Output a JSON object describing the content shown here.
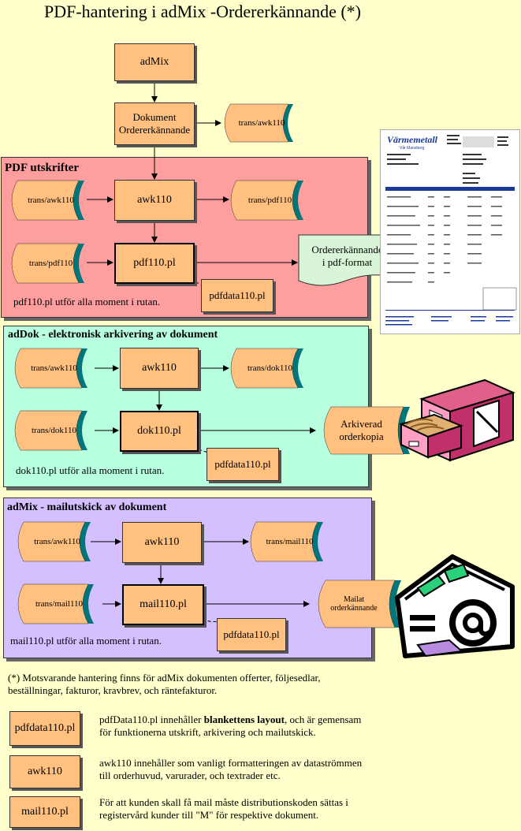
{
  "title": "PDF-hantering i adMix -Ordererkännande (*)",
  "top": {
    "admix": "adMix",
    "dokument_line1": "Dokument",
    "dokument_line2": "Ordererkännande",
    "trans_awk": "trans/awk110"
  },
  "pdf_panel": {
    "title": "PDF utskrifter",
    "store_in1": "trans/awk110",
    "awk": "awk110",
    "store_out": "trans/pdf110",
    "store_in2": "trans/pdf110",
    "proc": "pdf110.pl",
    "data": "pdfdata110.pl",
    "output_line1": "Ordererkännande",
    "output_line2": "i pdf-format",
    "note": "pdf110.pl utför alla moment i rutan."
  },
  "dok_panel": {
    "title": "adDok - elektronisk arkivering av dokument",
    "store_in1": "trans/awk110",
    "awk": "awk110",
    "store_out": "trans/dok110",
    "store_in2": "trans/dok110",
    "proc": "dok110.pl",
    "data": "pdfdata110.pl",
    "output_line1": "Arkiverad",
    "output_line2": "orderkopia",
    "note": "dok110.pl utför alla moment i rutan."
  },
  "mail_panel": {
    "title": "adMix - mailutskick av dokument",
    "store_in1": "trans/awk110",
    "awk": "awk110",
    "store_out": "trans/mail110",
    "store_in2": "trans/mail110",
    "proc": "mail110.pl",
    "data": "pdfdata110.pl",
    "output_line1": "Mailat",
    "output_line2": "orderkännande",
    "note": "mail110.pl utför alla moment i rutan."
  },
  "footnote_line1": "(*) Motsvarande hantering finns för adMix dokumenten offerter, följesedlar,",
  "footnote_line2": "beställningar, fakturor, kravbrev, och räntefakturor.",
  "legend": [
    {
      "label": "pdfdata110.pl",
      "text_a": "pdfData110.pl innehåller ",
      "text_bold": "blankettens layout",
      "text_b": ", och är gemensam",
      "text_line2": "för funktionerna utskrift, arkivering och mailutskick."
    },
    {
      "label": "awk110",
      "text_line1": "awk110 innehåller som vanligt formatteringen av dataströmmen",
      "text_line2": "till orderhuvud, varurader, och  textrader etc."
    },
    {
      "label": "mail110.pl",
      "text_line1": "För att kunden skall få mail måste distributionskoden sättas i",
      "text_line2": "registervård kunder till \"M\" för respektive dokument."
    }
  ],
  "invoice_image": {
    "brand": "Värmemetall",
    "sub": "Vår Mansberg"
  },
  "colors": {
    "background": "#ffffcc",
    "box": "#ffc080",
    "store": "#ffc080",
    "store_shadow": "#00757a",
    "pdf_panel": "#ff9e9e",
    "dok_panel": "#b8ffe0",
    "mail_panel": "#d4bfff"
  }
}
